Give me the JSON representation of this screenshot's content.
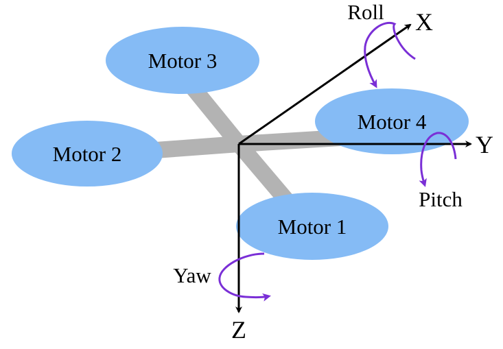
{
  "motors": {
    "m1": "Motor 1",
    "m2": "Motor 2",
    "m3": "Motor 3",
    "m4": "Motor 4"
  },
  "axes": {
    "x": "X",
    "y": "Y",
    "z": "Z"
  },
  "rotations": {
    "roll": "Roll",
    "pitch": "Pitch",
    "yaw": "Yaw"
  },
  "colors": {
    "motor_fill": "#85bbf5",
    "arm": "#b3b3b3",
    "axis": "#000000",
    "rotation_arrow": "#7a2fd6"
  }
}
